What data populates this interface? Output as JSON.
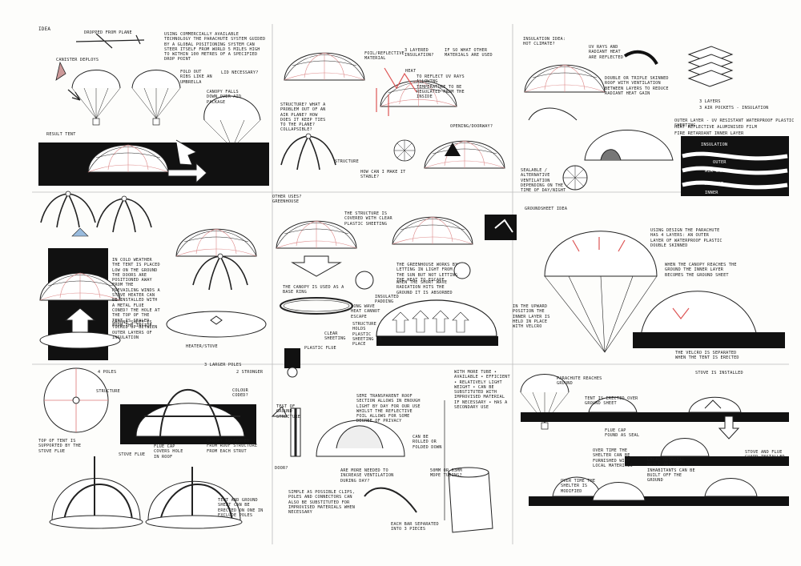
{
  "title": "IDEA",
  "panels": {
    "p1": {
      "dropped": "DROPPED FROM PLANE",
      "canister": "CANISTER DEPLOYS",
      "commercially": "USING COMMERCIALLY AVAILABLE TECHNOLOGY THE PARACHUTE SYSTEM GUIDED BY A GLOBAL POSITIONING SYSTEM CAN STEER ITSELF FROM WORLD 5 MILES HIGH TO WITHIN 100 METRES OF A SPECIFIED DROP POINT",
      "fold_out": "FOLD OUT RIBS LIKE AN UMBRELLA",
      "lid": "LID NECESSARY?",
      "canopy_falls": "CANOPY FALLS DOWN OVER AID PACKAGE",
      "result_tent": "RESULT TENT"
    },
    "p2": {
      "foil": "FOIL/REFLECTIVE MATERIAL",
      "layered": "3 LAYERED INSULATION?",
      "other_materials": "IF SO WHAT OTHER MATERIALS ARE USED",
      "heat": "HEAT",
      "reflect_rays": "TO REFLECT UV RAYS ALLOWING TEMPERATURE TO BE REGULATED FROM THE INSIDE",
      "structure_q": "STRUCTURE? WHAT A PROBLEM OUT OF AN AIR PLANE? HOW DOES IT KEEP TIES TO THE PLANE? COLLAPSIBLE?",
      "opening": "OPENING/DOORWAY?",
      "structure": "STRUCTURE",
      "how_stable": "HOW CAN I MAKE IT STABLE?"
    },
    "p3": {
      "insulation_idea": "INSULATION IDEA: HOT CLIMATE?",
      "uv_rays": "UV RAYS AND RADIANT HEAT ARE REFLECTED",
      "double_triple": "DOUBLE OR TRIPLE SKINNED ROOF WITH VENTILATION BETWEEN LAYERS TO REDUCE RADIANT HEAT GAIN",
      "three_layers": "3 LAYERS",
      "air_pockets": "3 AIR POCKETS - INSULATION",
      "outer_layer": "OUTER LAYER - UV RESISTANT WATERPROOF PLASTIC SHEETING",
      "heat_reflective": "HEAT REFLECTIVE ALUMINISED FILM",
      "fire_retardant": "FIRE RETARDANT INNER LAYER",
      "insulation": "INSULATION",
      "outer": "OUTER",
      "air_gap": "AIR GAP",
      "air_gap2": "AIR GAP",
      "inner": "INNER",
      "sealable": "SEALABLE / ALTERNATIVE VENTILATION DEPENDING ON THE TIME OF DAY/NIGHT"
    },
    "p4": {
      "in_cold": "IN COLD WEATHER THE TENT IS PLACED LOW ON THE GROUND THE DOORS ARE POSITIONED AWAY FROM THE PREVAILING WINDS A STOVE HEATER CAN BE INSTALLED WITH A METAL FLUE CONED? THE HOLE AT THE TOP OF THE TENT IS SEALED FROM THE INSIDE",
      "ground_sheet": "GROUND SHEET IS TUCKED UP BETWEEN OUTER LAYERS OF INSULATION",
      "heater": "HEATER/STOVE"
    },
    "p5": {
      "other_uses": "OTHER USES? GREENHOUSE",
      "structure_covered": "THE STRUCTURE IS COVERED WITH CLEAR PLASTIC SHEETING",
      "canopy_used": "THE CANOPY IS USED AS A BASE RING",
      "greenhouse_works": "THE GREENHOUSE WORKS BY LETTING IN LIGHT FROM THE SUN BUT NOT LETTING THE HEAT TO ESCAPE",
      "short_wave": "WHEN THE SHORT WAVE RADIATION HITS THE GROUND IT IS ABSORBED",
      "insulated_rim": "INSULATED PADDING",
      "base_ring": "THE CANOPY IS USED AS A BASE RING",
      "long_wave": "LONG WAVE HEAT CANNOT ESCAPE",
      "structure_holds": "STRUCTURE HOLDS PLASTIC SHEETING IN PLACE",
      "clear_sheeting": "CLEAR SHEETING",
      "flue_detail": "PLASTIC FLUE"
    },
    "p6": {
      "groundsheet_idea": "GROUNDSHEET IDEA",
      "using_design": "USING DESIGN THE PARACHUTE HAS 4 LAYERS: AN OUTER LAYER OF WATERPROOF PLASTIC DOUBLE SKINNED",
      "canopy_reaches": "WHEN THE CANOPY REACHES THE GROUND THE INNER LAYER BECOMES THE GROUND SHEET",
      "in_the": "IN THE UPWARD POSITION THE INNER LAYER IS HELD IN PLACE WITH VELCRO",
      "velcro": "THE VELCRO IS SEPARATED WHEN THE TENT IS ERECTED"
    },
    "p7": {
      "poles4": "4 POLES",
      "structure": "STRUCTURE",
      "larger_poles": "3 LARGER POLES",
      "connect": "2 STRONGER",
      "colour_coded": "COLOUR CODED?",
      "top_of_tent": "TOP OF TENT IS SUPPORTED BY THE STOVE FLUE",
      "stove_flue": "STOVE FLUE",
      "flue_cap": "FLUE CAP COVERS HOLE IN ROOF",
      "canopy_suspended": "CANOPY SUSPENDED FROM ROOF STRUCTURE FROM EACH STRUT",
      "tent_ground": "TENT AND GROUND SHEET CAN BE ERECTED ON ONE IN EXCLUDE POLES"
    },
    "p8": {
      "test": "TEST OF GROUND STRUCTURE",
      "semi_transparent": "SEMI TRANSPARENT ROOF SECTION ALLOWS IN ENOUGH LIGHT BY DAY FOR OUR USE WHILST THE REFLECTIVE FOIL ALLOWS FOR SOME DEGREE OF PRIVACY",
      "can_be_rolled": "CAN BE ROLLED OR FOLDED DOWN",
      "more_needed": "ARE MORE NEEDED TO INCREASE VENTILATION DURING DAY?",
      "simple": "SIMPLE AS POSSIBLE CLIPS, POLES AND CONNECTORS CAN ALSO BE SUBSTITUTED FOR IMPROVISED MATERIALS WHEN NECESSARY",
      "door": "DOOR?",
      "more_tube": "WITH MORE TUBE • AVAILABLE • EFFICIENT • RELATIVELY LIGHT WEIGHT • CAN BE SUBSTITUTED WITH IMPROVISED MATERIAL IF NECESSARY • HAS A SECONDARY USE",
      "tube_size": "50mm OR 63mm MDPE TUBING?",
      "each_bar": "EACH BAR SEPARATED INTO 3 PIECES"
    },
    "p9": {
      "parachute_reaches": "PARACHUTE REACHES GROUND",
      "stove_installed": "STOVE IS INSTALLED",
      "tent_erected": "TENT IS ERECTED OVER GROUND SHEET",
      "flue_cap": "FLUE CAP FOUND AS SEAL",
      "stove_flue_guard": "STOVE AND FLUE GUARD INSTALLED",
      "over_time": "OVER TIME THE SHELTER IS MODIFIED",
      "shelter_furnished": "OVER TIME THE SHELTER CAN BE FURNISHED WITH LOCAL MATERIALS",
      "local_material": "LOCAL MATERIAL BUILT AND INHABITANTS CAN BE BUILT OFF THE GROUND"
    }
  }
}
